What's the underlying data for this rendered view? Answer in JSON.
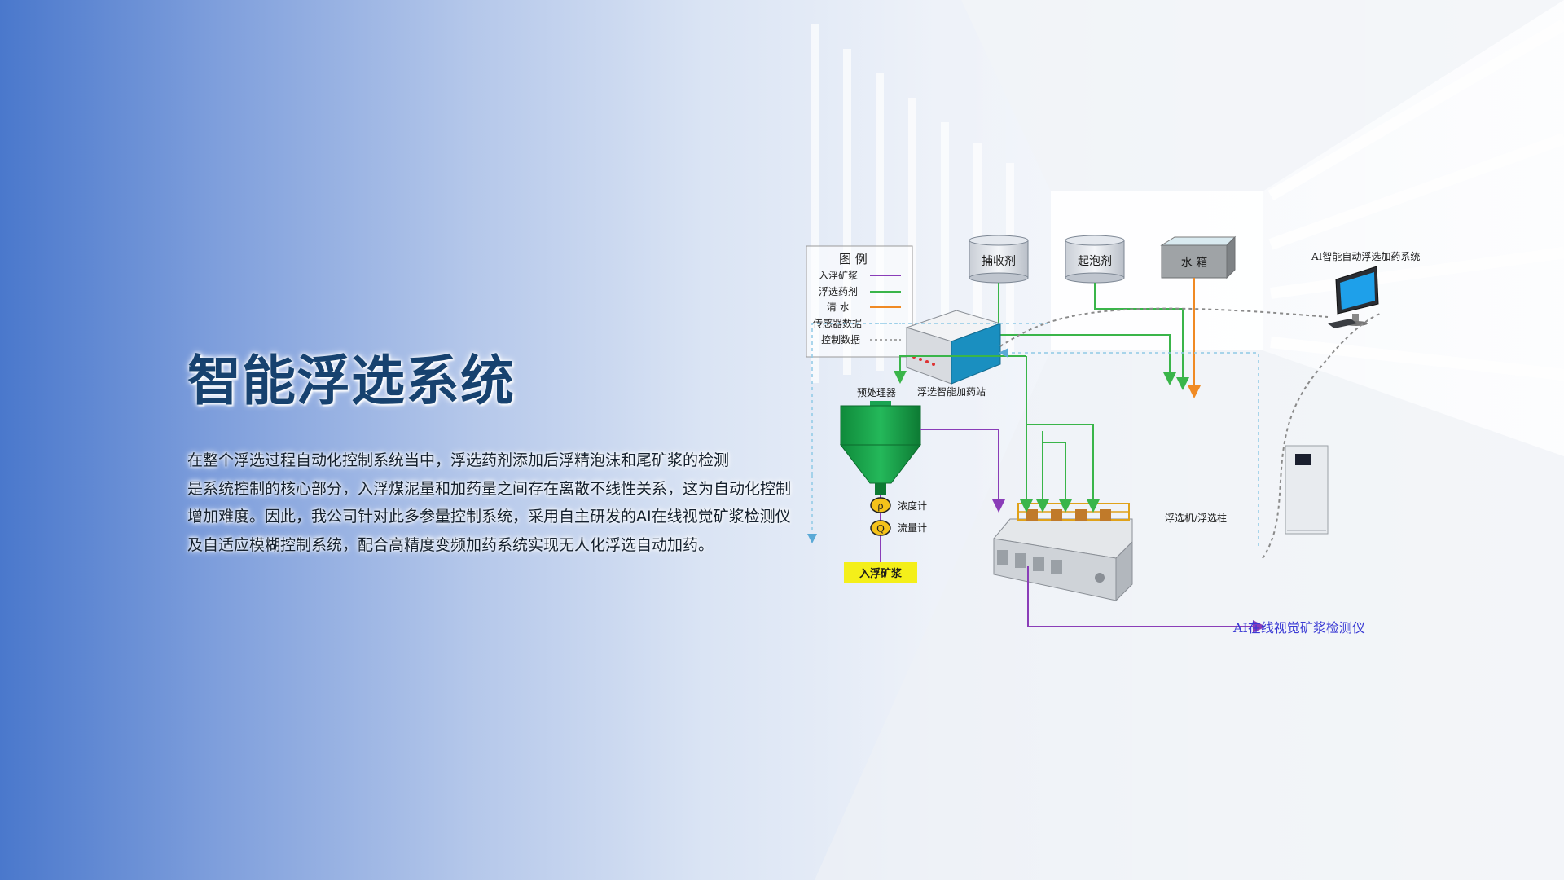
{
  "slide": {
    "title": "智能浮选系统",
    "description_lines": [
      "在整个浮选过程自动化控制系统当中，浮选药剂添加后浮精泡沫和尾矿浆的检测",
      "是系统控制的核心部分，入浮煤泥量和加药量之间存在离散不线性关系，这为自动化控制",
      "增加难度。因此，我公司针对此多参量控制系统，采用自主研发的AI在线视觉矿浆检测仪",
      "及自适应模糊控制系统，配合高精度变频加药系统实现无人化浮选自动加药。"
    ]
  },
  "diagram": {
    "legend": {
      "title": "图 例",
      "items": [
        {
          "label": "入浮矿浆",
          "color": "#8a3db8",
          "style": "solid"
        },
        {
          "label": "浮选药剂",
          "color": "#3ab54a",
          "style": "solid"
        },
        {
          "label": "清 水",
          "color": "#f08a24",
          "style": "solid"
        },
        {
          "label": "传感器数据",
          "color": "#8fc9e6",
          "style": "dashed"
        },
        {
          "label": "控制数据",
          "color": "#8a8a8a",
          "style": "dashed"
        }
      ]
    },
    "tanks": {
      "collector": "捕收剂",
      "frother": "起泡剂",
      "water": "水 箱"
    },
    "labels": {
      "ai_system": "AI智能自动浮选加药系统",
      "pretreatment": "预处理器",
      "dosing_station": "浮选智能加药站",
      "flotation_machine": "浮选机/浮选柱",
      "density_meter": "浓度计",
      "flow_meter": "流量计",
      "density_symbol": "ρ",
      "flow_symbol": "Q",
      "feed_slurry": "入浮矿浆",
      "ai_detector": "AI在线视觉矿浆检测仪"
    },
    "colors": {
      "slurry": "#8a3db8",
      "reagent": "#3ab54a",
      "water": "#f08a24",
      "sensor": "#8fc9e6",
      "control": "#8a8a8a",
      "feed_badge": "#f4ef1a",
      "detector_text": "#3a3ad4"
    }
  }
}
